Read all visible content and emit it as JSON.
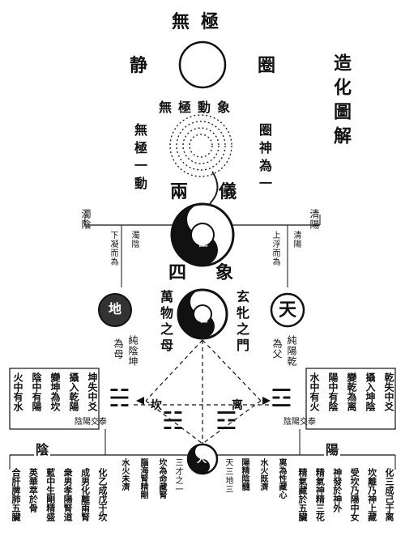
{
  "header": {
    "wuji": "無極",
    "jing": "静",
    "quan": "圈",
    "title": "造化圖解"
  },
  "upper": {
    "wuji_dong_xiang": "無極動象",
    "wuji_yi_dong": "無極一動",
    "quan_shen_wei_yi": "圈神為一",
    "liang": "兩",
    "yi": "儀"
  },
  "yi_level": {
    "zhuo_yin": "濁陰",
    "qing_yang": "清陽",
    "zhuo_yin_2": "濁陰",
    "xia_ning_er_wei": "下凝而為",
    "qing_yang_2": "清陽",
    "shang_fu_er_wei": "上浮而為",
    "taiji": "太極"
  },
  "xiang_level": {
    "si": "四",
    "xiang": "象",
    "di": "地",
    "tian": "天",
    "taiji_small": "太極",
    "wanwu_zhi_mu": "萬物之母",
    "xuanpin_zhi_men": "玄牝之門",
    "chun_yin_kun": "純陰坤",
    "wei_mu": "為母",
    "chun_yang_qian": "純陽乾",
    "wei_fu": "為父"
  },
  "trigram_level": {
    "kan": "坎",
    "li": "离",
    "left_label": "陰陽交泰",
    "right_label": "陰陽交泰",
    "far_left": [
      "坤失中爻",
      "攝入乾陽",
      "變坤為坎",
      "陰中有陽",
      "火中有水"
    ],
    "far_right": [
      "乾失中爻",
      "攝入坤陰",
      "變乾為离",
      "陽中有陰",
      "水中有火"
    ]
  },
  "bottom": {
    "yin": "陰",
    "yang": "陽",
    "ren": "人",
    "left_cols": [
      "化乙成戊于坎",
      "成男化離兩腎",
      "衆男孝陽腎道",
      "藍中生剛精盛",
      "英華萃於骨",
      "合肝脾肺五臟"
    ],
    "mid_left": [
      "坎為命藏腎",
      "腦海腎精剛",
      "水火未濟"
    ],
    "center_left": "三才之一",
    "center_right": "天三地三",
    "mid_right": [
      "离為性藏心",
      "水火既濟",
      "陽精陰髓"
    ],
    "right_cols": [
      "化三成己于离",
      "坎離乃神上藏",
      "受坎乃陽中女",
      "神發於神外",
      "精氣神精三花",
      "精氣藏於五臟"
    ]
  }
}
